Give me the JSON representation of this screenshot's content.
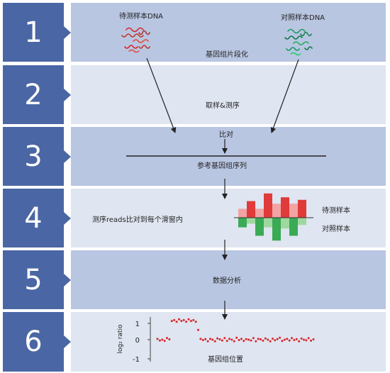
{
  "steps": [
    {
      "number": "1",
      "label": "基因组片段化",
      "sample_label": "待测样本DNA",
      "control_label": "对照样本DNA"
    },
    {
      "number": "2",
      "label": "取样&测序"
    },
    {
      "number": "3",
      "label": "比对",
      "reference_label": "参考基因组序列"
    },
    {
      "number": "4",
      "label": "测序reads比对到每个滑窗内",
      "sample_legend": "待测样本",
      "control_legend": "对照样本"
    },
    {
      "number": "5",
      "label": "数据分析"
    },
    {
      "number": "6",
      "xlabel": "基因组位置",
      "ylabel": "log₂ ratio"
    }
  ],
  "colors": {
    "step_badge": "#4a66a4",
    "panel_dark": "#b9c6e2",
    "panel_light": "#dfe5f1",
    "sample_dna": "#d7262b",
    "control_dna": "#1a9a63",
    "sample_bar_dark": "#e03a3a",
    "sample_bar_light": "#f2a3a3",
    "control_bar_dark": "#3aaa55",
    "control_bar_light": "#9fd89f",
    "ratio_points": "#d62728"
  },
  "chart_data": {
    "type": "scatter",
    "xlabel": "基因组位置",
    "ylabel": "log₂ ratio",
    "yticks": [
      "1",
      "0",
      "-1"
    ],
    "ylim": [
      -1.3,
      1.4
    ],
    "series": [
      {
        "values": [
          0.05,
          -0.05,
          0.0,
          -0.08,
          0.1,
          0.02,
          1.15,
          1.2,
          1.1,
          1.25,
          1.15,
          1.2,
          1.1,
          1.25,
          1.15,
          1.2,
          1.1,
          0.6,
          0.05,
          -0.02,
          0.03,
          -0.1,
          0.05,
          0.0,
          -0.1,
          0.08,
          0.02,
          -0.05,
          0.1,
          -0.08,
          0.05,
          0.0,
          -0.1,
          0.12,
          -0.02,
          0.05,
          -0.08,
          0.03,
          0.0,
          -0.05,
          0.1,
          -0.1,
          0.05,
          0.02,
          -0.06,
          0.08,
          0.0,
          -0.1,
          0.06,
          -0.03,
          0.04,
          0.12,
          -0.08,
          0.0,
          0.05,
          -0.05,
          0.1,
          -0.02,
          0.03,
          -0.1,
          0.07,
          0.0,
          -0.04,
          0.09,
          -0.06,
          0.02
        ]
      }
    ]
  },
  "window_chart": {
    "sample_values": [
      0.35,
      0.65,
      0.35,
      0.95,
      0.55,
      0.8,
      0.55,
      0.7
    ],
    "control_values": [
      0.4,
      0.25,
      0.75,
      0.4,
      0.95,
      0.45,
      0.75,
      0.3
    ]
  }
}
